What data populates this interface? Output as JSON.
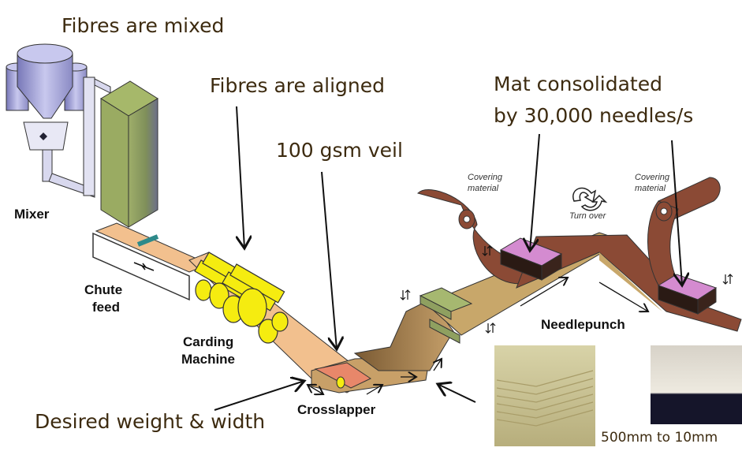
{
  "callouts": {
    "mixed": "Fibres are mixed",
    "aligned": "Fibres are aligned",
    "veil": "100 gsm veil",
    "consolidated_line1": "Mat consolidated",
    "consolidated_line2": "by 30,000 needles/s",
    "weight_width": "Desired weight & width",
    "thickness": "500mm to 10mm"
  },
  "machine_labels": {
    "mixer": "Mixer",
    "chute_line1": "Chute",
    "chute_line2": "feed",
    "carding_line1": "Carding",
    "carding_line2": "Machine",
    "crosslapper": "Crosslapper",
    "needlepunch": "Needlepunch"
  },
  "notes": {
    "covering_left_1": "Covering",
    "covering_left_2": "material",
    "covering_right_1": "Covering",
    "covering_right_2": "material",
    "turn_over": "Turn over"
  },
  "colors": {
    "callout_text": "#3d2b10",
    "mixer": "#a9a9d9",
    "chute_box": "#8f9e5a",
    "web": "#f0b98a",
    "carding_rollers": "#f5ec10",
    "covering": "#8b4a35",
    "needle_board": "#c87ac4",
    "pre_needle_board": "#8fa060",
    "batt": "#c8a76a"
  }
}
